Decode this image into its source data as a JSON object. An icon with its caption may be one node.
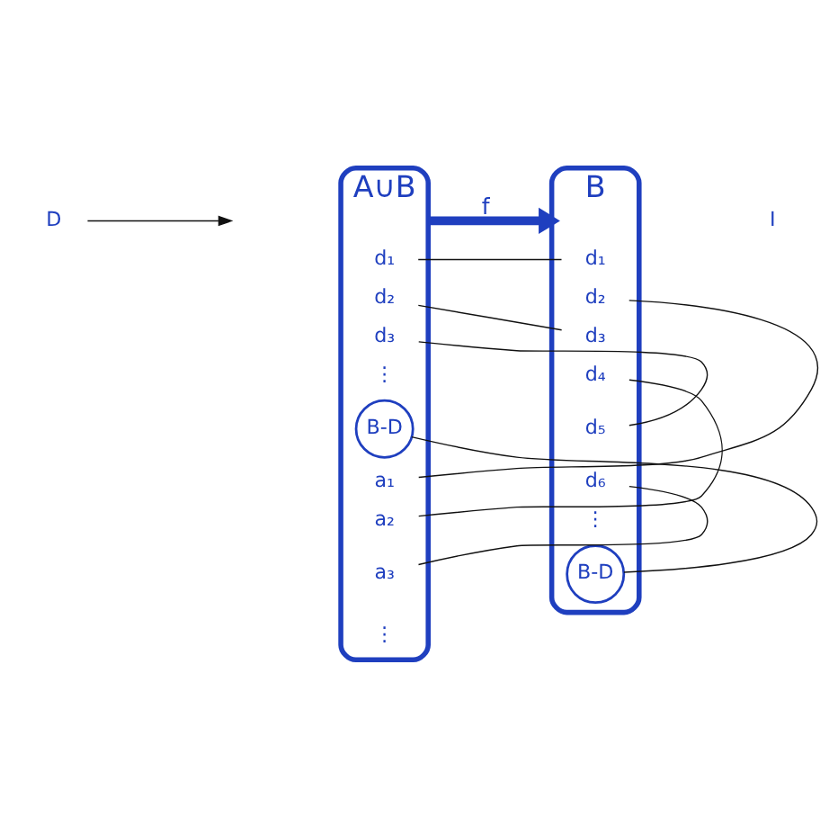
{
  "diagram": {
    "nodes": [
      {
        "text": [
          "A∪B"
        ]
      },
      {
        "text": [
          "d₁"
        ],
        "in": 0
      },
      {
        "text": [
          "d₂"
        ],
        "in": 0
      },
      {
        "text": [
          "d₃"
        ],
        "in": 0
      },
      {
        "text": [
          "B-D"
        ],
        "in": 0
      },
      {
        "text": [
          "a₁"
        ],
        "in": 0
      },
      {
        "text": [
          "a₂"
        ],
        "in": 0
      },
      {
        "text": [
          "a₃"
        ],
        "in": 0
      },
      {
        "text": [
          "B"
        ]
      },
      {
        "text": [
          "d₁"
        ],
        "in": 8
      },
      {
        "text": [
          "d₂"
        ],
        "in": 8
      },
      {
        "text": [
          "d₃"
        ],
        "in": 8
      },
      {
        "text": [
          "d₄"
        ],
        "in": 8
      },
      {
        "text": [
          "d₅"
        ],
        "in": 8
      },
      {
        "text": [
          "d₆"
        ],
        "in": 8
      },
      {
        "text": [
          "B-D"
        ],
        "in": 8
      },
      {
        "text": [
          "D"
        ]
      }
    ],
    "edges": [
      {
        "from": 0,
        "to": 8,
        "arrow": "to",
        "label": "f",
        "style": "thick",
        "color": "#1f3fbf"
      },
      {
        "from": 1,
        "to": 9,
        "arrow": "none"
      },
      {
        "from": 2,
        "to": 11,
        "arrow": "none"
      },
      {
        "from": 3,
        "to": 13,
        "arrow": "none"
      },
      {
        "from": 4,
        "to": 15,
        "arrow": "none"
      },
      {
        "from": 5,
        "to": 10,
        "arrow": "none"
      },
      {
        "from": 6,
        "to": 12,
        "arrow": "none"
      },
      {
        "from": 7,
        "to": 14,
        "arrow": "none"
      },
      {
        "from": 16,
        "to": null,
        "arrow": "to"
      }
    ],
    "labels": [
      "⋮",
      "⋮",
      "⋮",
      "I"
    ]
  }
}
